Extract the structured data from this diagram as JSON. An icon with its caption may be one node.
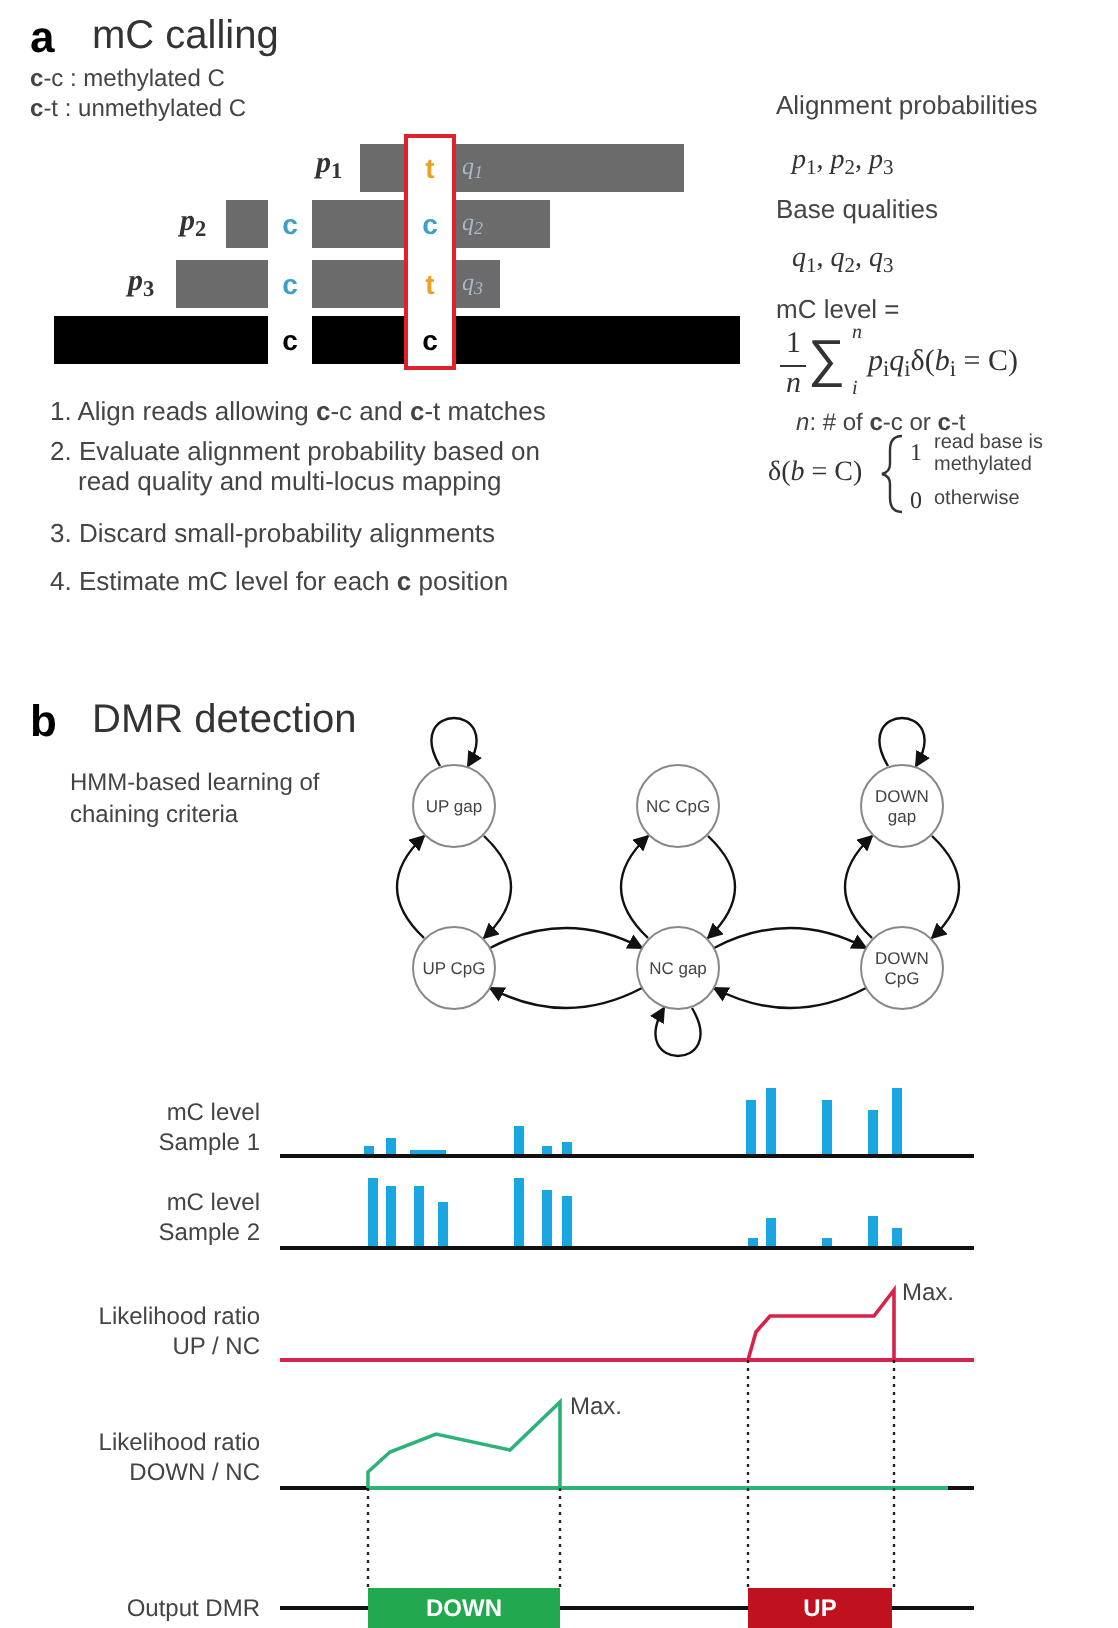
{
  "diagram": {
    "nodes": [
      {
        "text": [
          "UP gap"
        ]
      },
      {
        "text": [
          "NC CpG"
        ]
      },
      {
        "text": [
          "DOWN gap"
        ]
      },
      {
        "text": [
          "UP CpG"
        ]
      },
      {
        "text": [
          "NC gap"
        ]
      },
      {
        "text": [
          "DOWN CpG"
        ]
      },
      {
        "text": [
          "DOWN"
        ]
      },
      {
        "text": [
          "UP"
        ]
      }
    ],
    "edges": [
      {
        "from": 0,
        "to": 0,
        "arrow": "to"
      },
      {
        "from": 3,
        "to": 0,
        "arrow": "to"
      },
      {
        "from": 0,
        "to": 3,
        "arrow": "to"
      },
      {
        "from": 4,
        "to": 1,
        "arrow": "to"
      },
      {
        "from": 1,
        "to": 4,
        "arrow": "to"
      },
      {
        "from": 2,
        "to": 2,
        "arrow": "to"
      },
      {
        "from": 5,
        "to": 2,
        "arrow": "to"
      },
      {
        "from": 2,
        "to": 5,
        "arrow": "to"
      },
      {
        "from": 3,
        "to": 4,
        "arrow": "to"
      },
      {
        "from": 4,
        "to": 3,
        "arrow": "to"
      },
      {
        "from": 4,
        "to": 5,
        "arrow": "to"
      },
      {
        "from": 5,
        "to": 4,
        "arrow": "to"
      },
      {
        "from": 4,
        "to": 4,
        "arrow": "to"
      }
    ],
    "labels": [
      "a",
      "mC calling",
      "**c**-c : methylated C",
      "**c**-t : unmethylated C",
      "*p*$_{1}$",
      "t",
      "*q*$_{1}$",
      "*p*$_{2}$",
      "c",
      "c",
      "*q*$_{2}$",
      "*p*$_{3}$",
      "c",
      "t",
      "*q*$_{3}$",
      "c",
      "c",
      "1. Align reads allowing **c**-c and **c**-t matches",
      "2. Evaluate alignment probability based on read quality and multi-locus mapping",
      "3. Discard small-probability alignments",
      "4. Estimate mC level for each **c** position",
      "Alignment probabilities",
      "*p*$_{1}$, *p*$_{2}$, *p*$_{3}$",
      "Base qualities",
      "*q*$_{1}$, *q*$_{2}$, *q*$_{3}$",
      "mC level =",
      "1",
      "n",
      "∑",
      "n",
      "i",
      "*p*$_{i}$*q*$_{i}$δ(*b*$_{i}$ = C)",
      "*n*: # of **c**-c or **c**-t",
      "δ(*b* = C)",
      "1",
      "read base is methylated",
      "0",
      "otherwise",
      "b",
      "DMR detection",
      "HMM-based learning of chaining criteria",
      "mC level Sample 1",
      "mC level Sample 2",
      "Likelihood ratio UP / NC",
      "Max.",
      "Likelihood ratio DOWN / NC",
      "Max.",
      "Output DMR"
    ]
  }
}
